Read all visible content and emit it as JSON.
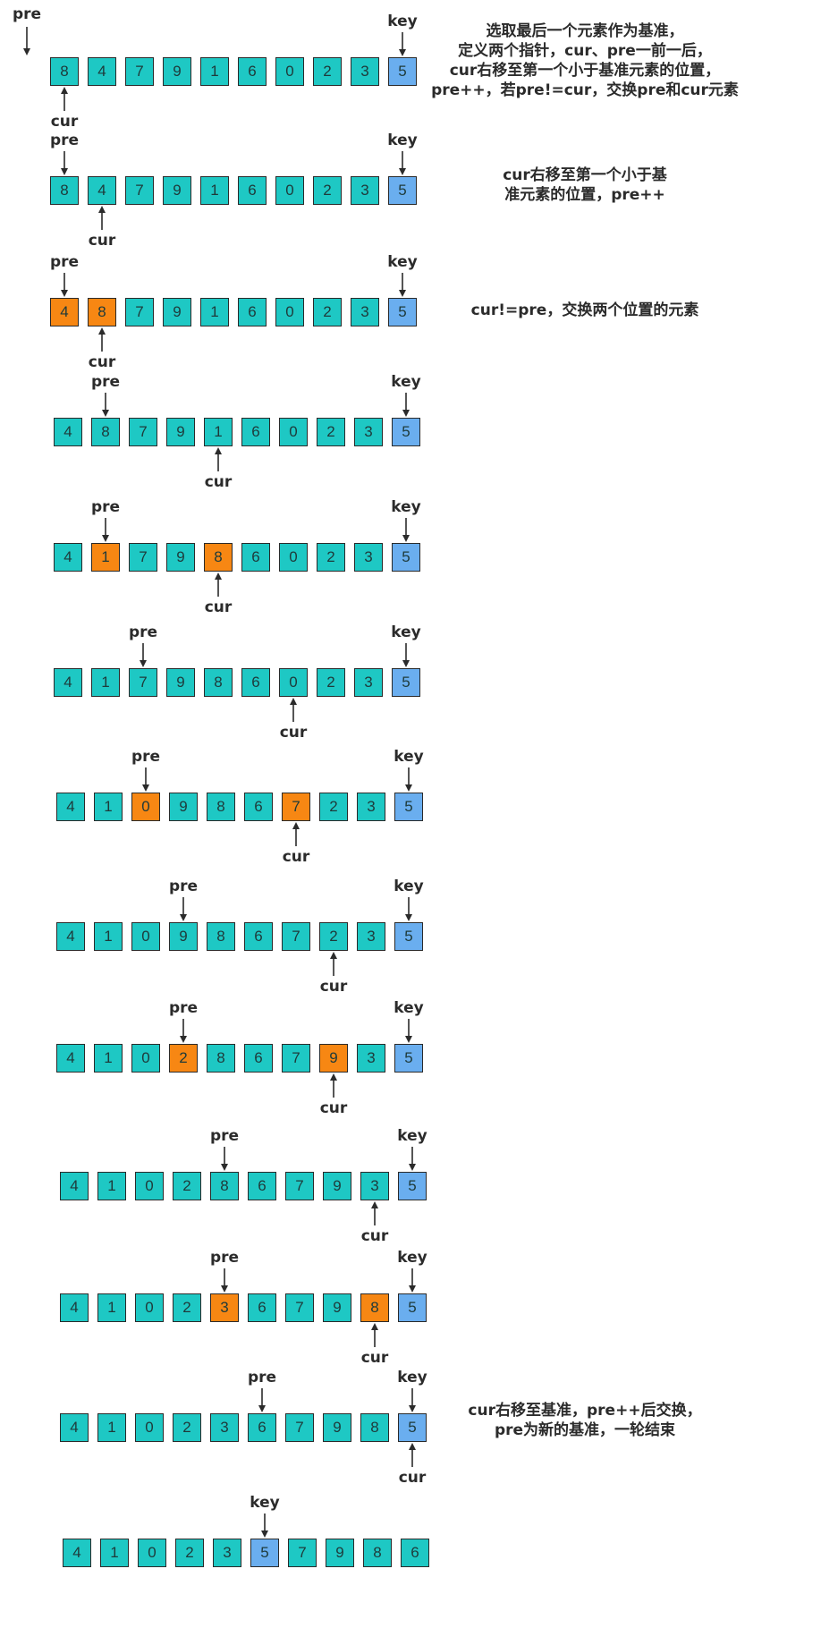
{
  "colors": {
    "teal": "#1ec8c4",
    "orange": "#f78713",
    "blue": "#6aaeef",
    "border": "#2a2a2a",
    "text": "#2b2b2b"
  },
  "labels": {
    "pre": "pre",
    "cur": "cur",
    "key": "key"
  },
  "notes": [
    {
      "row": 0,
      "lines": [
        "选取最后一个元素作为基准，",
        "定义两个指针，cur、pre一前一后，",
        "cur右移至第一个小于基准元素的位置，",
        "pre++，若pre!=cur，交换pre和cur元素"
      ]
    },
    {
      "row": 1,
      "lines": [
        "cur右移至第一个小于基",
        "准元素的位置，pre++"
      ]
    },
    {
      "row": 2,
      "lines": [
        "cur!=pre，交换两个位置的元素"
      ]
    },
    {
      "row": 11,
      "lines": [
        "cur右移至基准，pre++后交换，",
        "pre为新的基准，一轮结束"
      ]
    }
  ],
  "rows": [
    {
      "values": [
        "8",
        "4",
        "7",
        "9",
        "1",
        "6",
        "0",
        "2",
        "3",
        "5"
      ],
      "colors": [
        "t",
        "t",
        "t",
        "t",
        "t",
        "t",
        "t",
        "t",
        "t",
        "b"
      ],
      "pre": -1,
      "cur": 0,
      "key": 9
    },
    {
      "values": [
        "8",
        "4",
        "7",
        "9",
        "1",
        "6",
        "0",
        "2",
        "3",
        "5"
      ],
      "colors": [
        "t",
        "t",
        "t",
        "t",
        "t",
        "t",
        "t",
        "t",
        "t",
        "b"
      ],
      "pre": 0,
      "cur": 1,
      "key": 9
    },
    {
      "values": [
        "4",
        "8",
        "7",
        "9",
        "1",
        "6",
        "0",
        "2",
        "3",
        "5"
      ],
      "colors": [
        "o",
        "o",
        "t",
        "t",
        "t",
        "t",
        "t",
        "t",
        "t",
        "b"
      ],
      "pre": 0,
      "cur": 1,
      "key": 9
    },
    {
      "values": [
        "4",
        "8",
        "7",
        "9",
        "1",
        "6",
        "0",
        "2",
        "3",
        "5"
      ],
      "colors": [
        "t",
        "t",
        "t",
        "t",
        "t",
        "t",
        "t",
        "t",
        "t",
        "b"
      ],
      "pre": 1,
      "cur": 4,
      "key": 9
    },
    {
      "values": [
        "4",
        "1",
        "7",
        "9",
        "8",
        "6",
        "0",
        "2",
        "3",
        "5"
      ],
      "colors": [
        "t",
        "o",
        "t",
        "t",
        "o",
        "t",
        "t",
        "t",
        "t",
        "b"
      ],
      "pre": 1,
      "cur": 4,
      "key": 9
    },
    {
      "values": [
        "4",
        "1",
        "7",
        "9",
        "8",
        "6",
        "0",
        "2",
        "3",
        "5"
      ],
      "colors": [
        "t",
        "t",
        "t",
        "t",
        "t",
        "t",
        "t",
        "t",
        "t",
        "b"
      ],
      "pre": 2,
      "cur": 6,
      "key": 9
    },
    {
      "values": [
        "4",
        "1",
        "0",
        "9",
        "8",
        "6",
        "7",
        "2",
        "3",
        "5"
      ],
      "colors": [
        "t",
        "t",
        "o",
        "t",
        "t",
        "t",
        "o",
        "t",
        "t",
        "b"
      ],
      "pre": 2,
      "cur": 6,
      "key": 9
    },
    {
      "values": [
        "4",
        "1",
        "0",
        "9",
        "8",
        "6",
        "7",
        "2",
        "3",
        "5"
      ],
      "colors": [
        "t",
        "t",
        "t",
        "t",
        "t",
        "t",
        "t",
        "t",
        "t",
        "b"
      ],
      "pre": 3,
      "cur": 7,
      "key": 9
    },
    {
      "values": [
        "4",
        "1",
        "0",
        "2",
        "8",
        "6",
        "7",
        "9",
        "3",
        "5"
      ],
      "colors": [
        "t",
        "t",
        "t",
        "o",
        "t",
        "t",
        "t",
        "o",
        "t",
        "b"
      ],
      "pre": 3,
      "cur": 7,
      "key": 9
    },
    {
      "values": [
        "4",
        "1",
        "0",
        "2",
        "8",
        "6",
        "7",
        "9",
        "3",
        "5"
      ],
      "colors": [
        "t",
        "t",
        "t",
        "t",
        "t",
        "t",
        "t",
        "t",
        "t",
        "b"
      ],
      "pre": 4,
      "cur": 8,
      "key": 9
    },
    {
      "values": [
        "4",
        "1",
        "0",
        "2",
        "3",
        "6",
        "7",
        "9",
        "8",
        "5"
      ],
      "colors": [
        "t",
        "t",
        "t",
        "t",
        "o",
        "t",
        "t",
        "t",
        "o",
        "b"
      ],
      "pre": 4,
      "cur": 8,
      "key": 9
    },
    {
      "values": [
        "4",
        "1",
        "0",
        "2",
        "3",
        "6",
        "7",
        "9",
        "8",
        "5"
      ],
      "colors": [
        "t",
        "t",
        "t",
        "t",
        "t",
        "t",
        "t",
        "t",
        "t",
        "b"
      ],
      "pre": 5,
      "cur": 9,
      "key": 9
    },
    {
      "values": [
        "4",
        "1",
        "0",
        "2",
        "3",
        "5",
        "7",
        "9",
        "8",
        "6"
      ],
      "colors": [
        "t",
        "t",
        "t",
        "t",
        "t",
        "b",
        "t",
        "t",
        "t",
        "t"
      ],
      "pre": -2,
      "cur": -2,
      "key": 5
    }
  ]
}
